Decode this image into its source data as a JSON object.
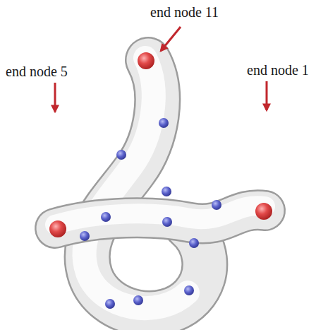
{
  "diagram": {
    "labels": [
      "end node 11",
      "end node 5",
      "end node 1"
    ]
  }
}
